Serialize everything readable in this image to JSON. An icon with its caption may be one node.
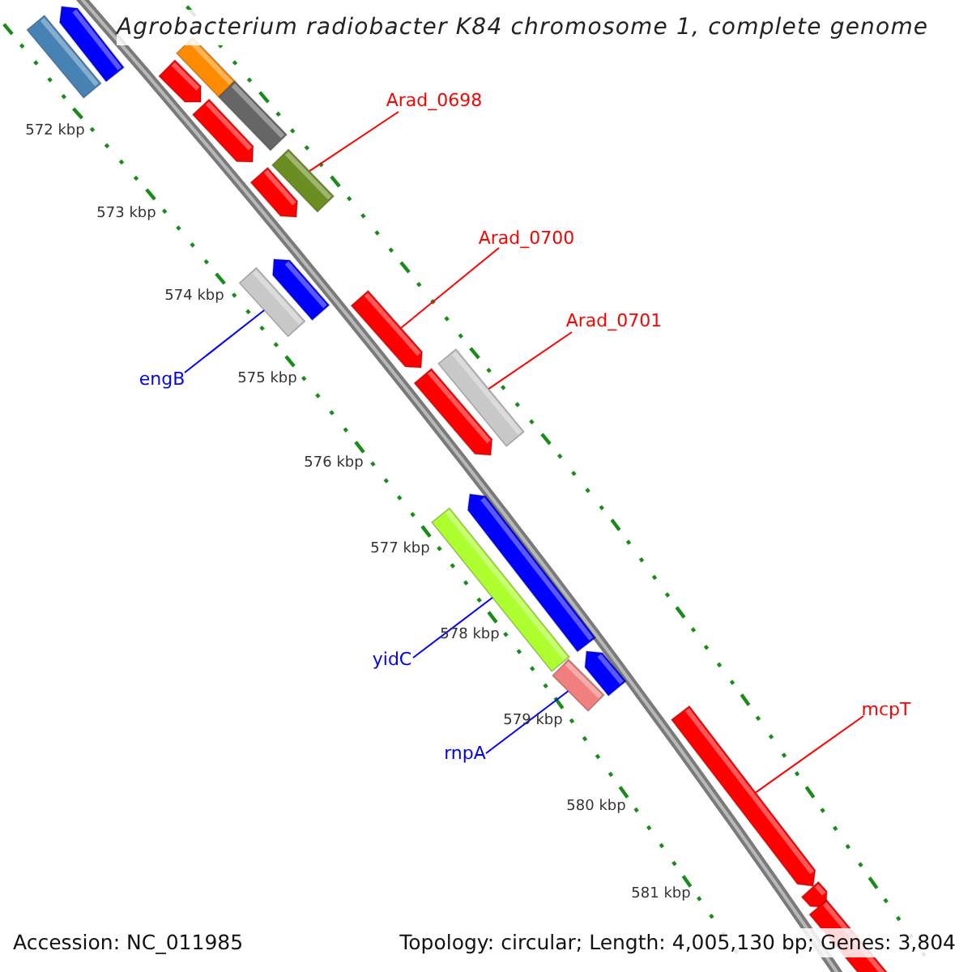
{
  "diagram": {
    "title": "Agrobacterium radiobacter K84 chromosome 1, complete genome",
    "nodes": [
      {
        "text": [],
        "shape": "bar"
      },
      {
        "text": [],
        "shape": "pentagon"
      },
      {
        "text": [],
        "shape": "pentagon"
      },
      {
        "text": [],
        "shape": "bar"
      },
      {
        "text": [],
        "shape": "bar"
      },
      {
        "text": [],
        "shape": "pentagon"
      },
      {
        "text": [],
        "shape": "pentagon"
      },
      {
        "text": [],
        "shape": "bar"
      },
      {
        "text": [],
        "shape": "bar"
      },
      {
        "text": [],
        "shape": "pentagon"
      },
      {
        "text": [],
        "shape": "pentagon"
      },
      {
        "text": [],
        "shape": "bar"
      },
      {
        "text": [],
        "shape": "pentagon"
      },
      {
        "text": [],
        "shape": "bar"
      },
      {
        "text": [],
        "shape": "bar"
      },
      {
        "text": [],
        "shape": "pentagon"
      },
      {
        "text": [],
        "shape": "pentagon"
      },
      {
        "text": [],
        "shape": "pentagon"
      },
      {
        "text": [],
        "shape": "pentagon"
      },
      {
        "text": [],
        "shape": "bar"
      },
      {
        "text": [
          "Arad_0698"
        ]
      },
      {
        "text": [
          "Arad_0700"
        ]
      },
      {
        "text": [
          "Arad_0701"
        ]
      },
      {
        "text": [
          "engB"
        ]
      },
      {
        "text": [
          "yidC"
        ]
      },
      {
        "text": [
          "rnpA"
        ]
      },
      {
        "text": [
          "mcpT"
        ]
      }
    ],
    "edges": [
      {
        "from": 20,
        "to": 7,
        "arrow": "none"
      },
      {
        "from": 21,
        "to": 10,
        "arrow": "none"
      },
      {
        "from": 22,
        "to": 11,
        "arrow": "none"
      },
      {
        "from": 23,
        "to": 8,
        "arrow": "none",
        "color": "#0000ff"
      },
      {
        "from": 24,
        "to": 13,
        "arrow": "none",
        "color": "#0000ff"
      },
      {
        "from": 25,
        "to": 14,
        "arrow": "none",
        "color": "#0000ff"
      },
      {
        "from": 26,
        "to": 17,
        "arrow": "none"
      }
    ],
    "labels": [
      "572 kbp",
      "573 kbp",
      "574 kbp",
      "575 kbp",
      "576 kbp",
      "577 kbp",
      "578 kbp",
      "579 kbp",
      "580 kbp",
      "581 kbp",
      "Accession: NC_011985",
      "Topology: circular; Length: 4,005,130 bp; Genes: 3,804"
    ]
  }
}
